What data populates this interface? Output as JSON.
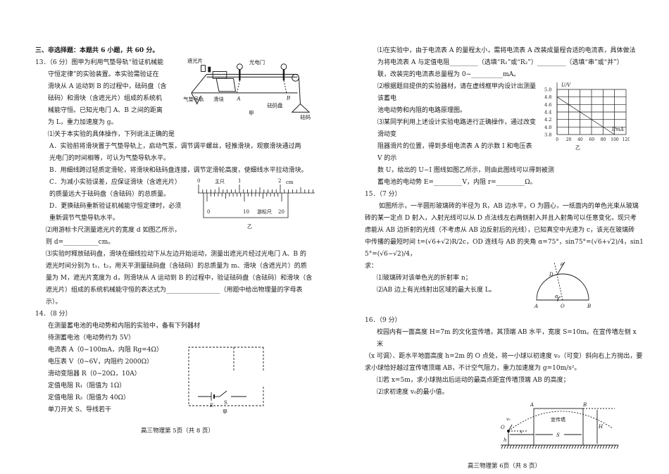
{
  "left": {
    "section_header": "三、非选择题：本题共 6 小题，共 60 分。",
    "q13": {
      "lines": [
        "13．（6 分）图甲为利用气垫导轨“验证机械能",
        "守恒定律”的实验装置。本实验需验证在",
        "滑块从 A 运动到 B 的过程中，砝码盘（含",
        "砝码）和滑块（含遮光片）组成的系统机",
        "械能守恒。已知光电门 A、B 之间的距离",
        "为 L，重力加速度为 g。",
        "⑴关于本实验的具体操作，下列说法正确的是",
        "A．实验前将滑块置于气垫导轨上，启动气泵，调节调平螺丝，轻推滑块，观察滑块通过两",
        "光电门的时间相等，可认为气垫导轨水平。",
        "B．用细线跨过轻质定滑轮，将滑块和砝码盘连接，调节定滑轮高度，使细线水平拉动滑块。",
        "C．为减小实验误差，应保证滑块（含遮光片）",
        "的质量远大于砝码盘（含砝码）的总质量。",
        "D．更换砝码重新验证机械能守恒定律时，必须",
        "重新调节气垫导轨水平。",
        "⑵用游标卡尺测量遮光片的宽度 d 如图乙所示，",
        "则 d=___________cm。",
        "⑶实验时释放砝码盘，滑块在细线拉动下从左边开始运动，测量出遮光片经过光电门 A、B 的",
        "遮光时间分别为 t₁、t₂，用天平测量砝码盘（含砝码）的总质量为 m、滑块（含遮光片）的质",
        "量为 M，遮光片宽度为 d，则滑块从 A 运动到 B 的过程中，验证砝码盘（含砝码）和滑块（含",
        "遮光片）组成的系统机械能守恒的表达式为_________________（用题中给出物理量的字母表",
        "示）。"
      ],
      "fig_jia": {
        "shade": "遮光片",
        "gate": "光电门",
        "track": "气垫导轨",
        "slider": "滑块",
        "a": "A",
        "b": "B",
        "pan": "砝码盘",
        "weights": "砝码",
        "caption": "甲"
      },
      "fig_yi": {
        "t0": "0",
        "t1": "1",
        "t2": "2",
        "unit": "cm",
        "main": "主尺",
        "v0": "0",
        "v10": "10",
        "v20": "20",
        "vernier": "游标尺",
        "caption": "乙"
      }
    },
    "q14": {
      "lines": [
        "14．（8 分）",
        "在测量蓄电池的电动势和内阻的实验中，备有下列器材",
        "待测蓄电池（电动势约为 5V）",
        "电流表 A（0~100mA，内阻 Rg=4Ω）",
        "电压表 V（0~6V，内阻约 2000Ω）",
        "滑动变阻器 R（0~20Ω，10A）",
        "定值电阻 R₁（阻值为 1Ω）",
        "定值电阻 R₂（阻值为 40Ω）",
        "单刀开关 S、导线若干"
      ],
      "circuit": {
        "e": "E",
        "s": "S",
        "caption": "甲"
      }
    },
    "footer": "高三物理第 5页（共 8 页）"
  },
  "right": {
    "q14_cont": {
      "lines": [
        "⑴在实验中，由于电流表 A 的量程太小，需将电流表 A 改装成量程合适的电流表，具体做法",
        "为将电流表 A 与定值电阻_________（选填“R₁”或“R₂”）_________（选填“串”或“并”）",
        "联，改装完的电流表总量程为 0~__________mA。",
        "⑵根据题目提供的实验器材，请在虚线框甲内设计出测量该蓄电",
        "池电动势和内阻的电路原理图。",
        "⑶某同学利用上述设计实验电路进行正确操作，通过改变滑动变",
        "阻器滑片的位置，得到多组电流表 A 的示数 I 和电压表 V 的示",
        "数 U，绘出的 U−I 图线如图乙所示，则由此图线可以得到被测",
        "蓄电池的电动势 E=_________V，内阻 r=_________Ω。"
      ],
      "graph": {
        "ylabel": "U/V",
        "xlabel": "I/mA",
        "caption": "乙",
        "yticks": [
          "5.0",
          "4.8",
          "4.6",
          "4.4",
          "4.2",
          "4.0",
          "3.8"
        ],
        "xticks": [
          "0",
          "20",
          "40",
          "60",
          "80",
          "100",
          "120"
        ],
        "line": {
          "from": [
            0,
            4.8
          ],
          "to": [
            100,
            3.8
          ]
        }
      }
    },
    "q15": {
      "lines": [
        "15．（7 分）",
        "如图所示，一半圆形玻璃砖的半径为 R，AB 边水平，O 为圆心，一纸面内的单色光束从玻璃",
        "砖的某一定点 D 射入，入射光线可以从 D 点法线左右两侧射入并且入射角可以任意变化，现只考",
        "虑能从 AB 边折射的光线（不考虑从 AB 边反射后的光线），已知真空中光速为 c，该光在玻璃砖",
        "中传播的最短时间 t=(√6+√2)R/2c，OD 连线与 AB 的夹角 α=75°，sin75°=(√6+√2)/4，sin15°=(√6−√2)/4，",
        "求：",
        "⑴玻璃砖对该单色光的折射率 n；",
        "⑵AB 边上有光线射出区域的最大长度 L。"
      ],
      "fig": {
        "theta": "θ",
        "d": "D",
        "alpha": "α",
        "a": "A",
        "o": "O",
        "b": "B"
      }
    },
    "q16": {
      "lines": [
        "16．（9 分）",
        "校园内有一面高度 H=7m 的文化宣传墙，其顶端 AB 水平，宽度 S=10m。在宣传墙左侧 x 米",
        "（x 可调）、距水平地面高度 h=2m 的 O 点处，将一小球以初速度 v₀（可变）斜向右上方抛出，要",
        "求小球恰好越过宣传墙顶端 AB，不计空气阻力，重力加速度为 g=10m/s²。",
        "⑴若 x=5m，求小球抛出后运动的最高点距宣传墙顶端 AB 的高度；",
        "⑵求初速度 v₀的最小值。"
      ],
      "fig": {
        "a": "A",
        "b": "B",
        "wall": "宣传墙",
        "v0": "v₀",
        "o": "O",
        "x": "x",
        "s": "S",
        "h": "h",
        "H": "H"
      }
    },
    "footer": "高三物理第 6页（共 8 页）"
  }
}
